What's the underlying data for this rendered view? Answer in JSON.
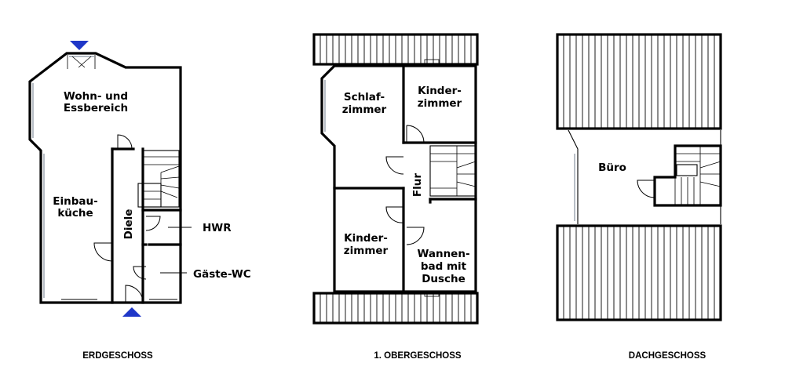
{
  "floors": [
    {
      "id": "erdgeschoss",
      "label": "ERDGESCHOSS",
      "rooms": [
        "Wohn- und",
        "Essbereich",
        "Einbau-",
        "küche",
        "Diele",
        "HWR",
        "Gäste-WC"
      ]
    },
    {
      "id": "obergeschoss",
      "label": "1. OBERGESCHOSS",
      "rooms": [
        "Schlaf-",
        "zimmer",
        "Kinder-",
        "zimmer",
        "Flur",
        "Kinder-",
        "zimmer",
        "Wannen-",
        "bad mit",
        "Dusche"
      ]
    },
    {
      "id": "dachgeschoss",
      "label": "DACHGESCHOSS",
      "rooms": [
        "Büro"
      ]
    }
  ],
  "colors": {
    "walls": "#000000",
    "background": "#ffffff",
    "entrance_arrow": "#1f37c8",
    "window_glass": "#9aa3ad"
  },
  "icons": [
    "entrance-arrow-icon",
    "stair-icon",
    "door-swing-icon",
    "roof-hatching-icon"
  ]
}
